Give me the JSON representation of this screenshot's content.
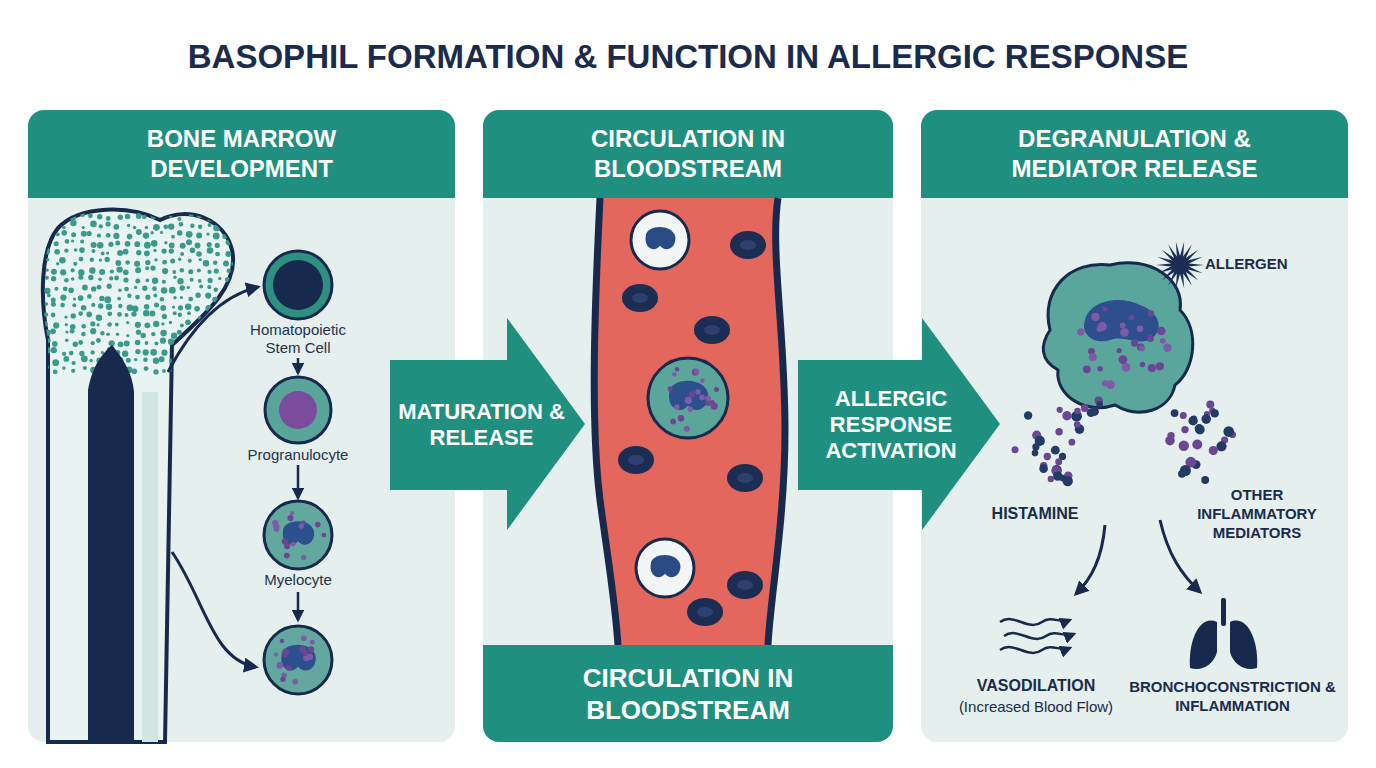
{
  "diagram": {
    "title": "BASOPHIL FORMATION & FUNCTION IN ALLERGIC RESPONSE",
    "nodes": [
      {
        "text": [
          "BONE MARROW DEVELOPMENT"
        ]
      },
      {
        "text": [
          "Homatopoietic Stem Cell"
        ],
        "in": 0
      },
      {
        "text": [
          "Progranulocyte"
        ],
        "in": 0
      },
      {
        "text": [
          "Myelocyte"
        ],
        "in": 0
      },
      {
        "text": [
          "MATURATION & RELEASE"
        ]
      },
      {
        "text": [
          "CIRCULATION IN BLOODSTREAM"
        ]
      },
      {
        "text": [
          "CIRCULATION IN BLOODSTREAM"
        ],
        "in": 5
      },
      {
        "text": [
          "ALLERGIC RESPONSE ACTIVATION"
        ]
      },
      {
        "text": [
          "DEGRANULATION & MEDIATOR RELEASE"
        ]
      }
    ],
    "edges": [
      {
        "from": 1,
        "to": 2,
        "arrow": "to"
      },
      {
        "from": 2,
        "to": 3,
        "arrow": "to"
      }
    ],
    "labels": [
      "ALLERGEN",
      "HISTAMINE",
      "OTHER INFLAMMATORY MEDIATORS",
      "VASODILATION",
      "(Increased Blood Flow)",
      "BRONCHOCONSTRICTION & INFLAMMATION"
    ]
  }
}
